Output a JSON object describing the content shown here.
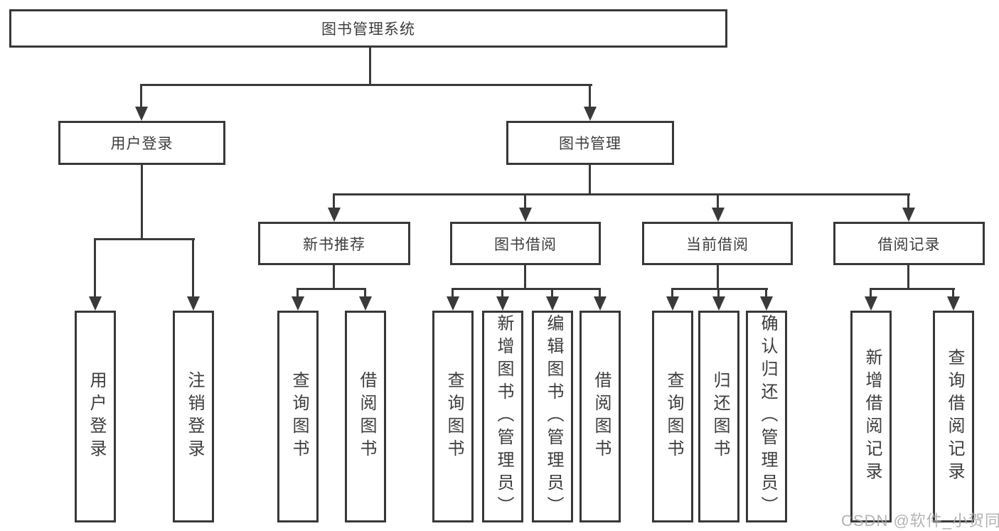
{
  "tree": {
    "root": "图书管理系统",
    "branches": [
      {
        "label": "用户登录",
        "children": [
          "用户登录",
          "注销登录"
        ]
      },
      {
        "label": "图书管理",
        "children": [
          {
            "label": "新书推荐",
            "children": [
              "查询图书",
              "借阅图书"
            ]
          },
          {
            "label": "图书借阅",
            "children": [
              "查询图书",
              "新增图书（管理员）",
              "编辑图书（管理员）",
              "借阅图书"
            ]
          },
          {
            "label": "当前借阅",
            "children": [
              "查询图书",
              "归还图书",
              "确认归还（管理员）"
            ]
          },
          {
            "label": "借阅记录",
            "children": [
              "新增借阅记录",
              "查询借阅记录"
            ]
          }
        ]
      }
    ]
  },
  "watermark": "CSDN @软件_小贺同学",
  "colors": {
    "line": "#3a3a3a",
    "box_border": "#383838",
    "text": "#3d3d3d",
    "watermark": "#a8a6a6",
    "background": "#ffffff"
  }
}
